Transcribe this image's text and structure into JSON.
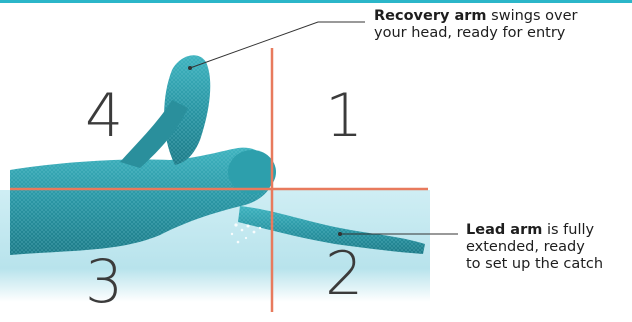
{
  "quadrants": [
    {
      "number": "1"
    },
    {
      "number": "2"
    },
    {
      "number": "3"
    },
    {
      "number": "4"
    }
  ],
  "callouts": {
    "recovery": {
      "bold": "Recovery arm",
      "text_line1": "swings over",
      "text_line2": "your head, ready for entry"
    },
    "lead": {
      "bold": "Lead arm",
      "text_line1": "is fully",
      "text_line2": "extended, ready",
      "text_line3": "to set up the catch"
    }
  },
  "colors": {
    "accent_bar": "#2bb6c9",
    "guide_lines": "#e87a5d",
    "water": "#bfe6ee",
    "swimmer": "#2a9aa8"
  }
}
